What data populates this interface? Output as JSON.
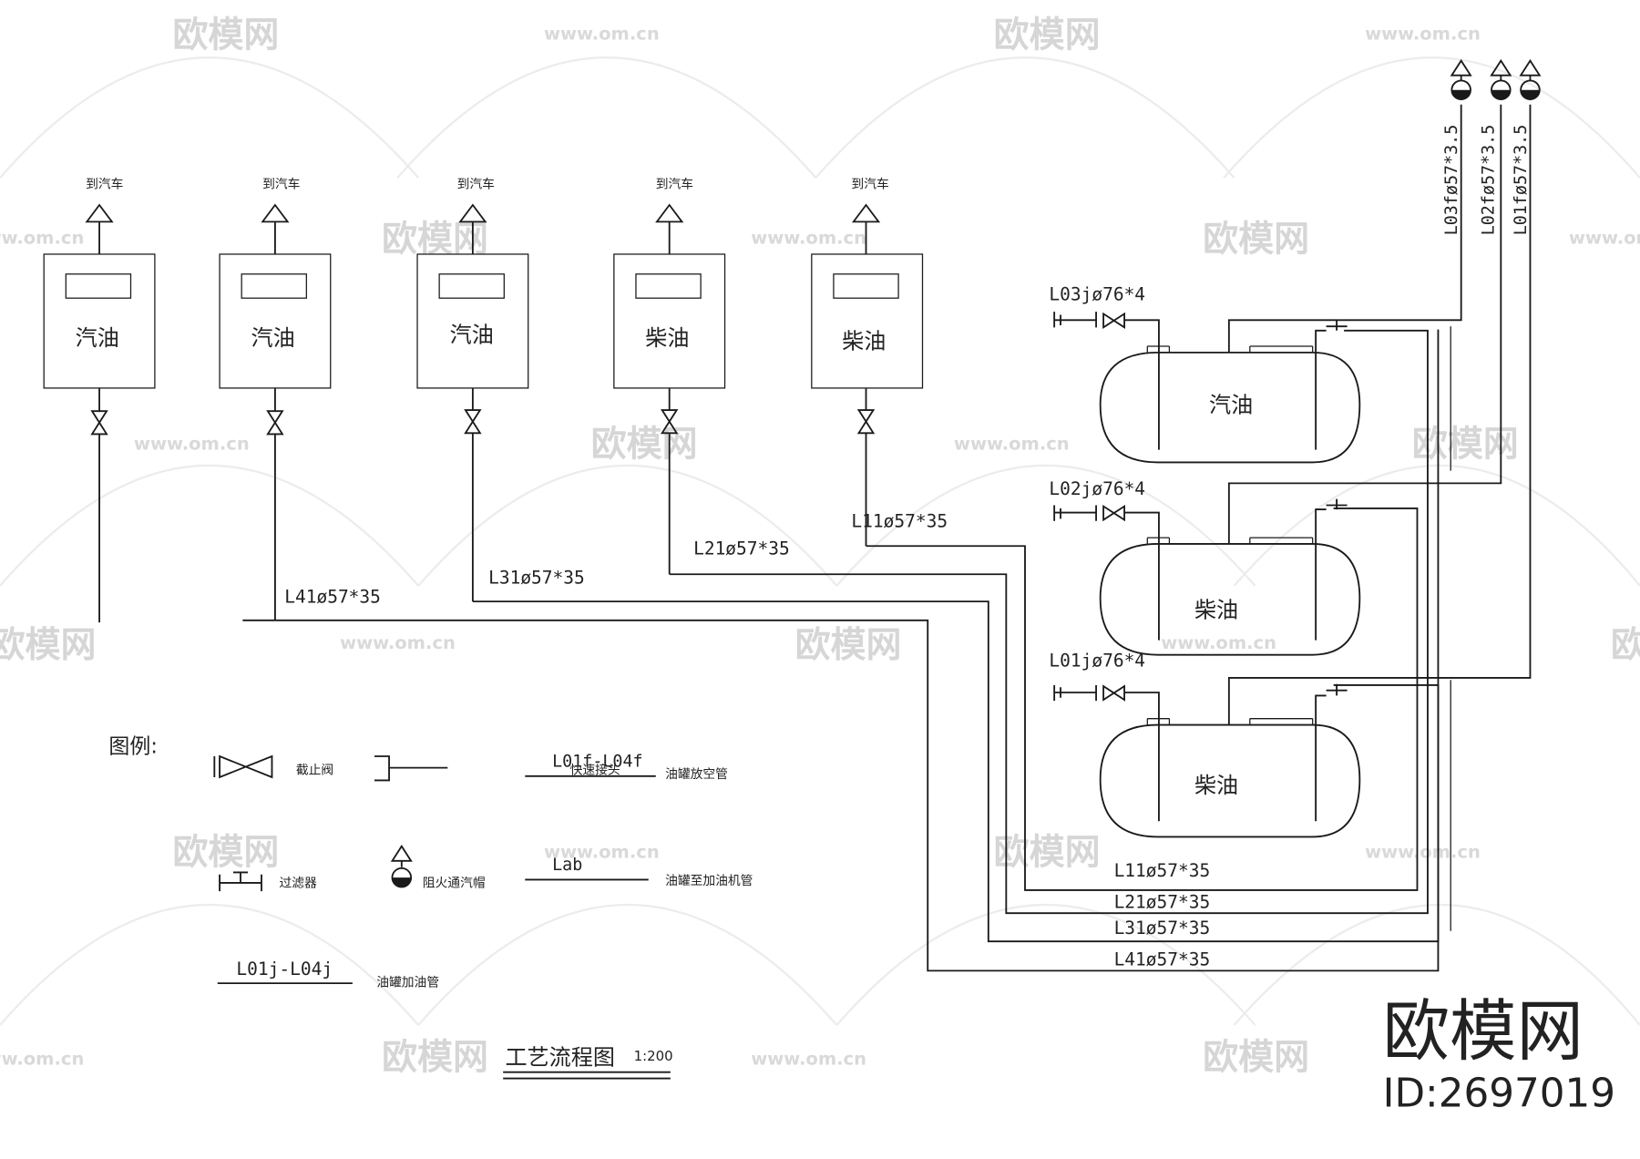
{
  "watermark": {
    "logo_text": "欧模网",
    "url_text": "www.om.cn",
    "brand_large": "欧模网",
    "id_label": "ID:2697019"
  },
  "dispensers": [
    {
      "fuel": "汽油",
      "outlet_label": "到汽车"
    },
    {
      "fuel": "汽油",
      "outlet_label": "到汽车"
    },
    {
      "fuel": "汽油",
      "outlet_label": "到汽车"
    },
    {
      "fuel": "柴油",
      "outlet_label": "到汽车"
    },
    {
      "fuel": "柴油",
      "outlet_label": "到汽车"
    }
  ],
  "pipe_labels_upper": {
    "L4": "L41ø57*35",
    "L3": "L31ø57*35",
    "L2": "L21ø57*35",
    "L1": "L11ø57*35"
  },
  "pipe_labels_lower": [
    "L11ø57*35",
    "L21ø57*35",
    "L31ø57*35",
    "L41ø57*35"
  ],
  "tanks": [
    {
      "fuel": "汽油",
      "fill_pipe": "L03jø76*4"
    },
    {
      "fuel": "柴油",
      "fill_pipe": "L02jø76*4"
    },
    {
      "fuel": "柴油",
      "fill_pipe": "L01jø76*4"
    }
  ],
  "vent_pipes": [
    "L03fø57*3.5",
    "L02fø57*3.5",
    "L01fø57*3.5"
  ],
  "legend": {
    "title": "图例:",
    "items": {
      "valve": "截止阀",
      "quick_coupling_code": "L01f-L04f",
      "quick_coupling": "快速接头",
      "vent_pipe": "油罐放空管",
      "filter": "过滤器",
      "flame_arrester": "阻火通汽帽",
      "lab_code": "Lab",
      "tank_to_dispenser": "油罐至加油机管",
      "fill_code": "L01j-L04j",
      "fill_pipe": "油罐加油管"
    }
  },
  "title": {
    "main": "工艺流程图",
    "scale": "1:200"
  }
}
